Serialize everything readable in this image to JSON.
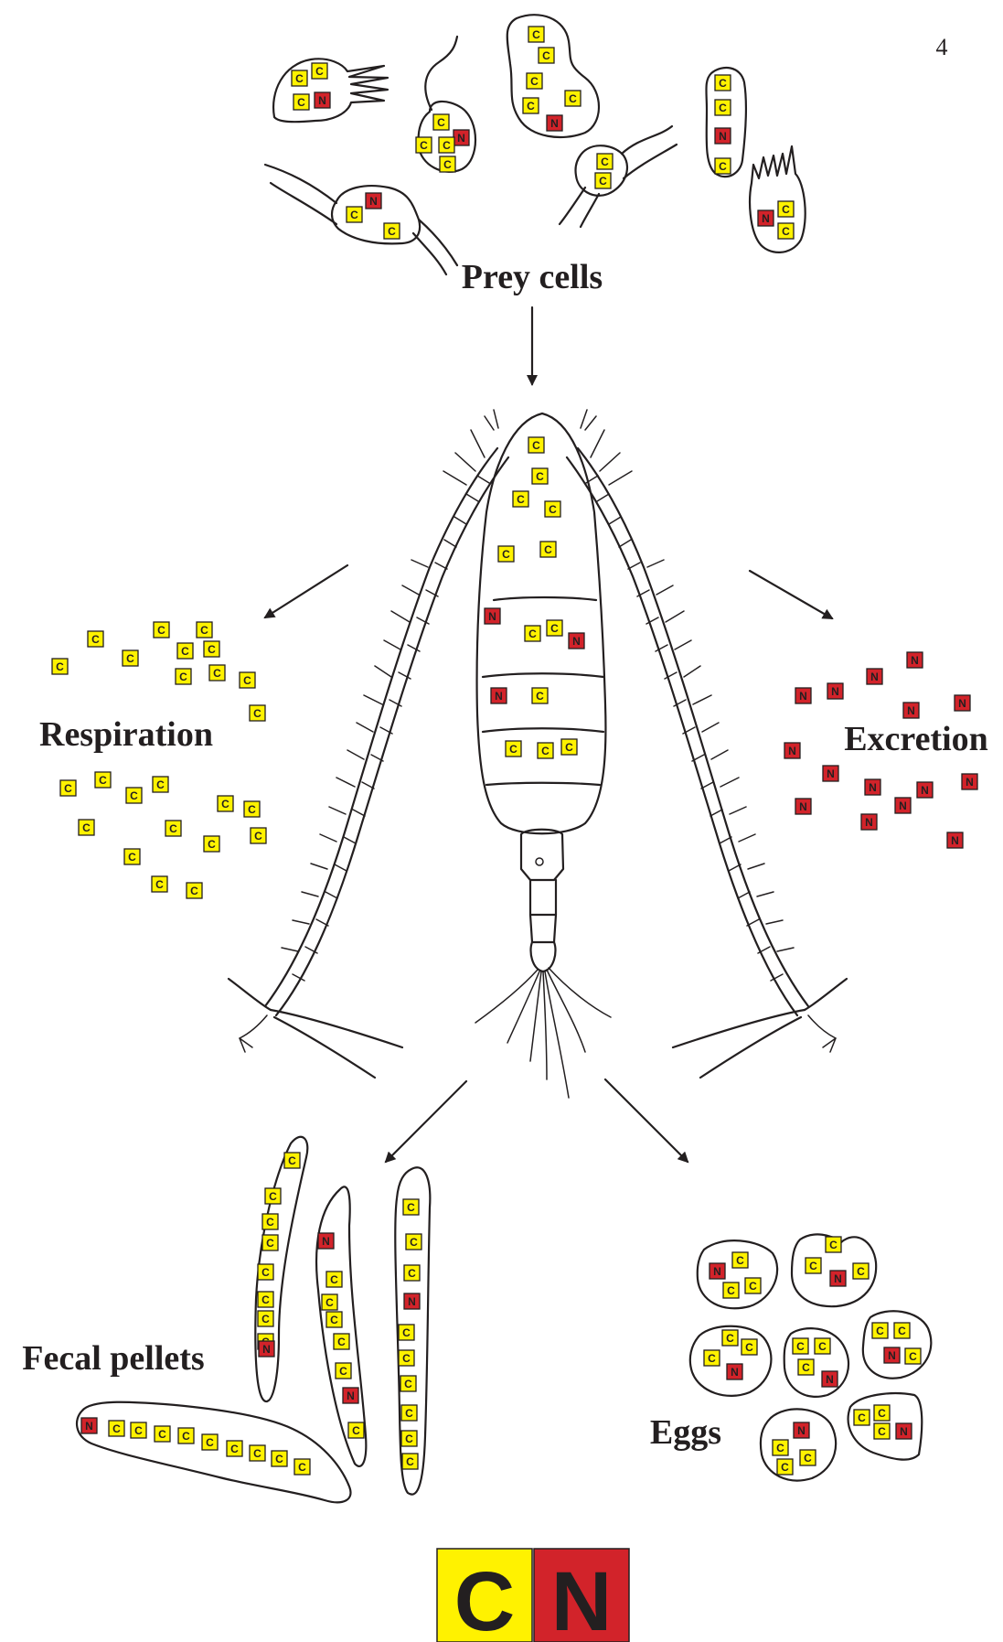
{
  "page_number": "4",
  "labels": {
    "prey": "Prey cells",
    "respiration": "Respiration",
    "excretion": "Excretion",
    "fecal": "Fecal pellets",
    "eggs": "Eggs"
  },
  "units": {
    "carbon": "C",
    "nitrogen": "N"
  },
  "legend": {
    "carbon": "C",
    "nitrogen": "N"
  },
  "colors": {
    "carbon": "#fff200",
    "nitrogen": "#d2232a",
    "ink": "#231f20"
  },
  "icons": {
    "carbon": "carbon-unit-icon",
    "nitrogen": "nitrogen-unit-icon",
    "arrow": "arrow-icon",
    "organism": "copepod-icon"
  }
}
